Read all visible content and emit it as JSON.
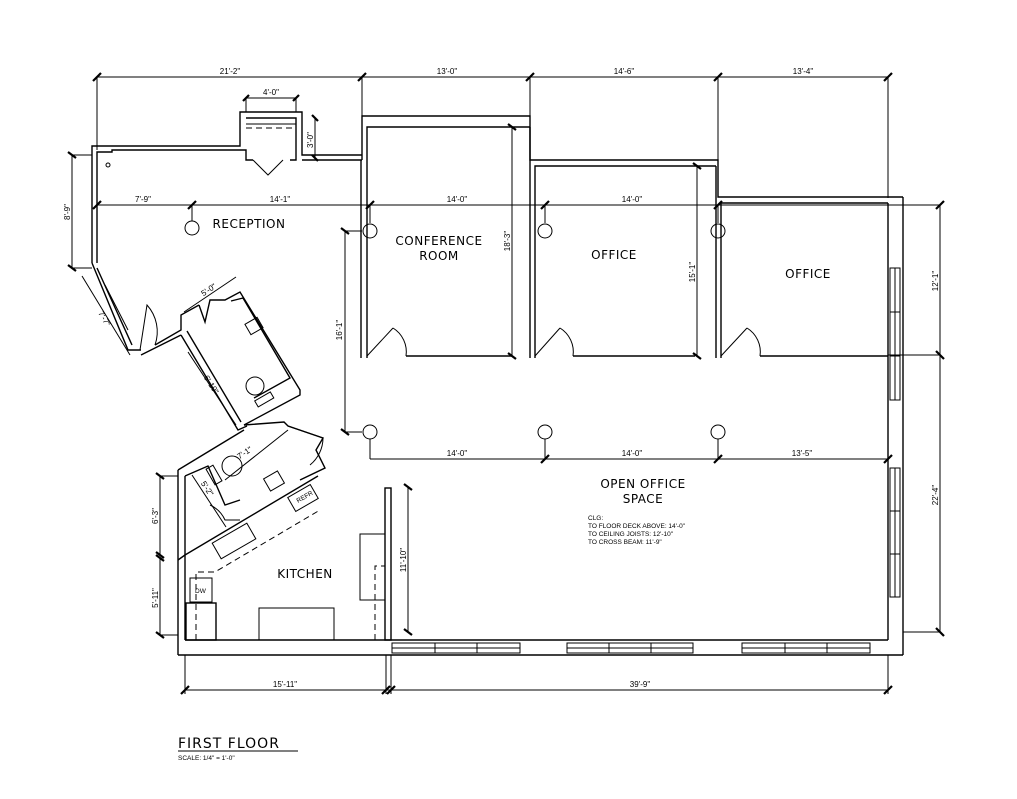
{
  "title": "FIRST FLOOR",
  "scale": "SCALE: 1/4\" = 1'-0\"",
  "rooms": {
    "reception": "RECEPTION",
    "conference_1": "CONFERENCE",
    "conference_2": "ROOM",
    "office_1": "OFFICE",
    "office_2": "OFFICE",
    "open_1": "OPEN OFFICE",
    "open_2": "SPACE",
    "kitchen": "KITCHEN"
  },
  "appliances": {
    "refrigerator": "REFR",
    "dishwasher": "DW"
  },
  "ceiling_note": {
    "heading": "CLG:",
    "line1": "TO FLOOR DECK ABOVE: 14'-0\"",
    "line2": "TO CEILING JOISTS: 12'-10\"",
    "line3": "TO CROSS BEAM: 11'-9\""
  },
  "dimensions": {
    "top": [
      "21'-2\"",
      "13'-0\"",
      "14'-6\"",
      "13'-4\""
    ],
    "stair_width": "4'-0\"",
    "stair_depth": "3'-0\"",
    "upper_row": [
      "7'-9\"",
      "14'-1\"",
      "14'-0\"",
      "14'-0\""
    ],
    "middle_row": [
      "14'-0\"",
      "14'-0\"",
      "13'-5\""
    ],
    "bottom": [
      "15'-11\"",
      "39'-9\""
    ],
    "left_top": "8'-9\"",
    "left_diag": "7'-7\"",
    "left_mid": "6'-3\"",
    "left_bottom": "5'-11\"",
    "right_top": "12'-1\"",
    "right_bottom": "22'-4\"",
    "conference_height": "18'-3\"",
    "office_height": "15'-1\"",
    "column_span": "16'-1\"",
    "kitchen_wall": "11'-10\"",
    "bath1_width": "5'-0\"",
    "bath1_depth": "6'-10\"",
    "bath2_width": "7'-1\"",
    "bath2_depth": "5'-2\""
  }
}
